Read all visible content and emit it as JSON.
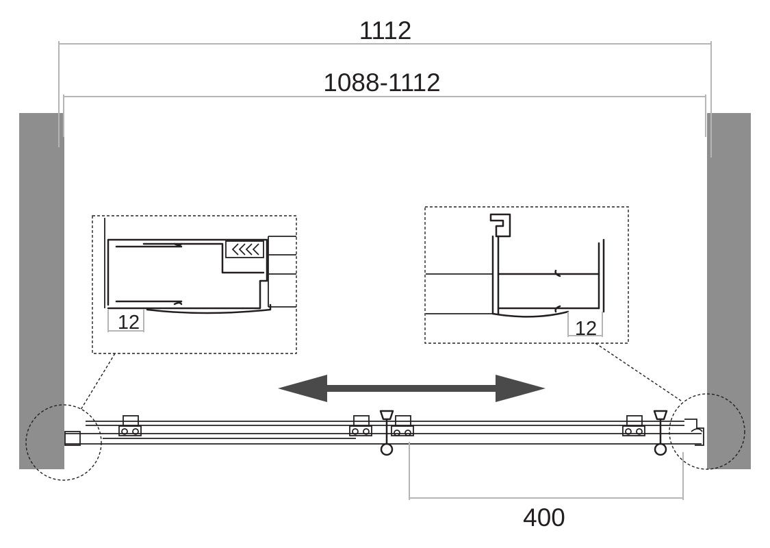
{
  "dimensions": {
    "overall_width": "1112",
    "adjustable_range": "1088-1112",
    "door_opening": "400",
    "detail_left_gap": "12",
    "detail_right_gap": "12"
  },
  "colors": {
    "wall": "#8e8e8e",
    "line": "#231f20",
    "dimension_line": "#b5b5b5",
    "arrow": "#4a4a4a"
  },
  "icons": {
    "slide_direction": "double-arrow-icon"
  }
}
